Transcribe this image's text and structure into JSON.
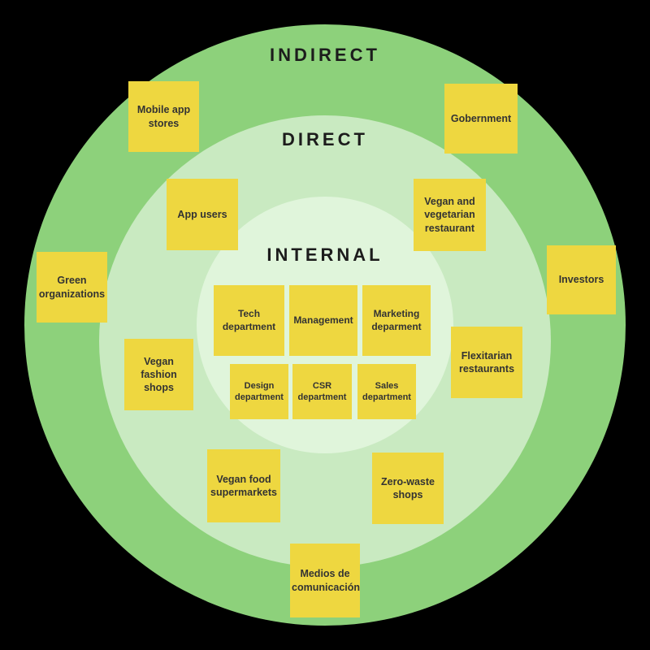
{
  "diagram": {
    "type": "stakeholder-map",
    "zone_labels": {
      "indirect": "INDIRECT",
      "direct": "DIRECT",
      "internal": "INTERNAL"
    },
    "colors": {
      "background": "#000000",
      "indirect_ring": "#8DD17B",
      "direct_ring": "#C9EAC1",
      "internal_circle": "#E0F5DB",
      "note_fill": "#EED740",
      "note_text": "#333333",
      "zone_label_text": "#1C1C1C"
    },
    "notes": [
      {
        "label": "Mobile app stores",
        "zone": "indirect"
      },
      {
        "label": "Gobernment",
        "zone": "indirect"
      },
      {
        "label": "App users",
        "zone": "direct"
      },
      {
        "label": "Vegan and vegetarian restaurant",
        "zone": "direct"
      },
      {
        "label": "Green organizations",
        "zone": "indirect"
      },
      {
        "label": "Investors",
        "zone": "indirect"
      },
      {
        "label": "Tech department",
        "zone": "internal"
      },
      {
        "label": "Management",
        "zone": "internal"
      },
      {
        "label": "Marketing deparment",
        "zone": "internal"
      },
      {
        "label": "Design department",
        "zone": "internal"
      },
      {
        "label": "CSR department",
        "zone": "internal"
      },
      {
        "label": "Sales department",
        "zone": "internal"
      },
      {
        "label": "Vegan fashion shops",
        "zone": "direct"
      },
      {
        "label": "Flexitarian restaurants",
        "zone": "direct"
      },
      {
        "label": "Vegan food supermarkets",
        "zone": "direct"
      },
      {
        "label": "Zero-waste shops",
        "zone": "direct"
      },
      {
        "label": "Medios de comunicación",
        "zone": "indirect"
      }
    ]
  }
}
